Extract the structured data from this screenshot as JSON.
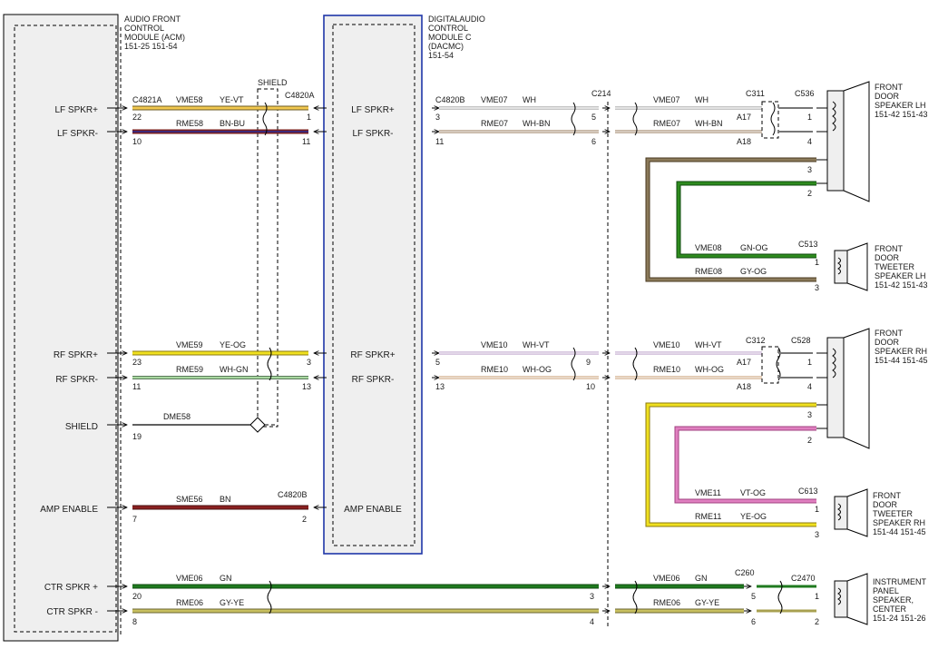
{
  "modules": {
    "acm": {
      "lines": [
        "AUDIO FRONT",
        "CONTROL",
        "MODULE (ACM)",
        "151-25  151-54"
      ]
    },
    "dacmc": {
      "lines": [
        "DIGITALAUDIO",
        "CONTROL",
        "MODULE C",
        "(DACMC)",
        "151-54"
      ]
    }
  },
  "acm_pins": {
    "lf_plus": "LF SPKR+",
    "lf_minus": "LF SPKR-",
    "rf_plus": "RF SPKR+",
    "rf_minus": "RF SPKR-",
    "shield": "SHIELD",
    "amp_enable": "AMP ENABLE",
    "ctr_plus": "CTR SPKR +",
    "ctr_minus": "CTR SPKR -"
  },
  "dacmc_pins": {
    "lf_plus": "LF SPKR+",
    "lf_minus": "LF SPKR-",
    "rf_plus": "RF SPKR+",
    "rf_minus": "RF SPKR-",
    "amp_enable": "AMP ENABLE"
  },
  "shield_label": "SHIELD",
  "connectors": {
    "c4821a": "C4821A",
    "c4820a": "C4820A",
    "c4820b_top": "C4820B",
    "c4820b": "C4820B",
    "c214": "C214",
    "c311": "C311",
    "c536": "C536",
    "c513": "C513",
    "c312": "C312",
    "c528": "C528",
    "c613": "C613",
    "c260": "C260",
    "c2470": "C2470"
  },
  "wires": {
    "vme58": {
      "circuit": "VME58",
      "color": "YE-VT",
      "hex": "#f2c850"
    },
    "rme58": {
      "circuit": "RME58",
      "color": "BN-BU",
      "hex": "#3d2a7a"
    },
    "vme07a": {
      "circuit": "VME07",
      "color": "WH"
    },
    "rme07a": {
      "circuit": "RME07",
      "color": "WH-BN"
    },
    "vme07b": {
      "circuit": "VME07",
      "color": "WH"
    },
    "rme07b": {
      "circuit": "RME07",
      "color": "WH-BN"
    },
    "vme08": {
      "circuit": "VME08",
      "color": "GN-OG",
      "hex": "#2e8b1e"
    },
    "rme08": {
      "circuit": "RME08",
      "color": "GY-OG",
      "hex": "#8b7a5a"
    },
    "vme59": {
      "circuit": "VME59",
      "color": "YE-OG",
      "hex": "#f0e020"
    },
    "rme59": {
      "circuit": "RME59",
      "color": "WH-GN",
      "hex": "#a8d8a0"
    },
    "vme10a": {
      "circuit": "VME10",
      "color": "WH-VT"
    },
    "rme10a": {
      "circuit": "RME10",
      "color": "WH-OG"
    },
    "vme10b": {
      "circuit": "VME10",
      "color": "WH-VT"
    },
    "rme10b": {
      "circuit": "RME10",
      "color": "WH-OG"
    },
    "vme11": {
      "circuit": "VME11",
      "color": "VT-OG",
      "hex": "#e080c0"
    },
    "rme11": {
      "circuit": "RME11",
      "color": "YE-OG",
      "hex": "#f0e020"
    },
    "dme58": {
      "circuit": "DME58"
    },
    "sme56": {
      "circuit": "SME56",
      "color": "BN",
      "hex": "#8b2020"
    },
    "vme06a": {
      "circuit": "VME06",
      "color": "GN",
      "hex": "#1f7a1f"
    },
    "rme06a": {
      "circuit": "RME06",
      "color": "GY-YE",
      "hex": "#c8c060"
    },
    "vme06b": {
      "circuit": "VME06",
      "color": "GN"
    },
    "rme06b": {
      "circuit": "RME06",
      "color": "GY-YE"
    }
  },
  "pins": {
    "p22": "22",
    "p10": "10",
    "p1a": "1",
    "p11a": "11",
    "p3a": "3",
    "p11b": "11",
    "p5a": "5",
    "p6a": "6",
    "a17a": "A17",
    "a18a": "A18",
    "s3a": "3",
    "s4a": "4",
    "s1a": "1",
    "s2a": "2",
    "t1a": "1",
    "t3a": "3",
    "p23": "23",
    "p11c": "11",
    "p3b": "3",
    "p13a": "13",
    "p5b": "5",
    "p13b": "13",
    "p9": "9",
    "p10b": "10",
    "a17b": "A17",
    "a18b": "A18",
    "s1b": "1",
    "s4b": "4",
    "s3b": "3",
    "s2b": "2",
    "t1b": "1",
    "t3b": "3",
    "p19": "19",
    "p7": "7",
    "p2a": "2",
    "p20": "20",
    "p8": "8",
    "p3c": "3",
    "p4c": "4",
    "p5c": "5",
    "p6c": "6",
    "s1c": "1",
    "s2c": "2"
  },
  "speakers": {
    "lh": [
      "FRONT",
      "DOOR",
      "SPEAKER LH",
      "151-42  151-43"
    ],
    "tw_lh": [
      "FRONT",
      "DOOR",
      "TWEETER",
      "SPEAKER LH",
      "151-42  151-43"
    ],
    "rh": [
      "FRONT",
      "DOOR",
      "SPEAKER RH",
      "151-44  151-45"
    ],
    "tw_rh": [
      "FRONT",
      "DOOR",
      "TWEETER",
      "SPEAKER RH",
      "151-44  151-45"
    ],
    "ctr": [
      "INSTRUMENT",
      "PANEL",
      "SPEAKER,",
      "CENTER",
      "151-24  151-26"
    ]
  }
}
